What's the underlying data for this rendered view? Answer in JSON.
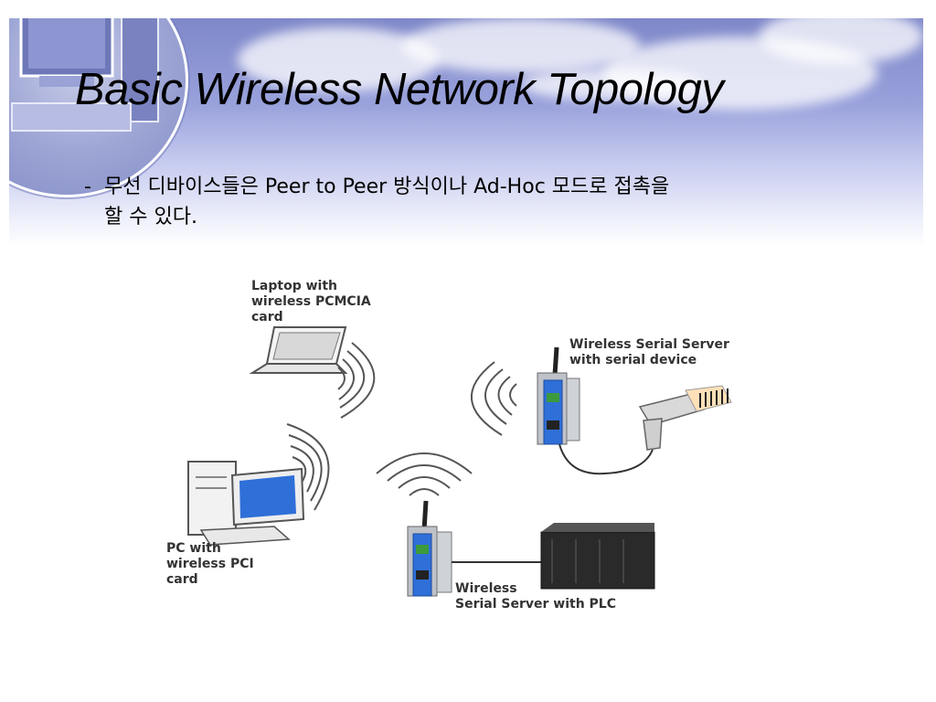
{
  "slide": {
    "title": "Basic Wireless Network Topology",
    "bullet_line1": "무선 디바이스들은 Peer to Peer 방식이나 Ad-Hoc 모드로 접촉을",
    "bullet_line2": "할 수 있다.",
    "bullet_marker": "-"
  },
  "diagram": {
    "laptop_label": [
      "Laptop with",
      "wireless PCMCIA",
      "card"
    ],
    "serial_server_label": [
      "Wireless Serial Server",
      "with serial device"
    ],
    "pc_label": [
      "PC with",
      "wireless PCI",
      "card"
    ],
    "plc_server_label": [
      "Wireless",
      "Serial Server with PLC"
    ]
  },
  "colors": {
    "header_top": "#7f88c9",
    "device_blue": "#2f6fd8",
    "screen_blue": "#2f6fd8"
  }
}
